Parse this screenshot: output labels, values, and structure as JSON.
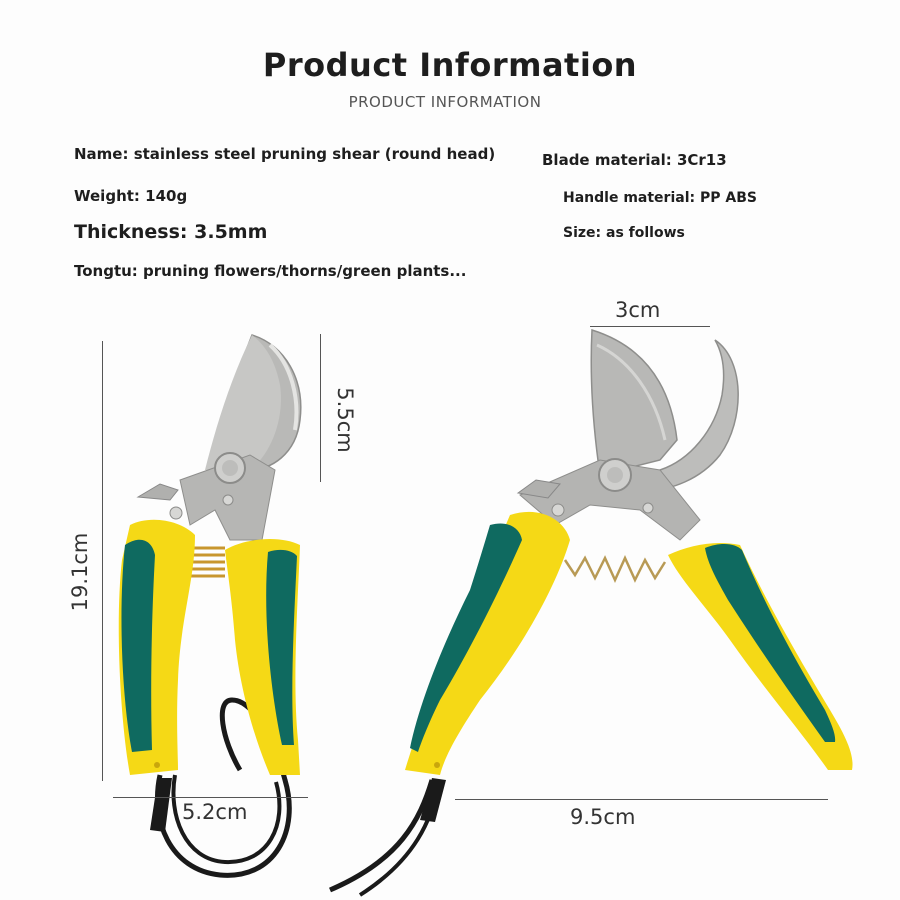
{
  "header": {
    "title": "Product Information",
    "subtitle": "PRODUCT INFORMATION"
  },
  "specs": {
    "name": "Name: stainless steel pruning shear (round head)",
    "weight": "Weight: 140g",
    "thickness": "Thickness: 3.5mm",
    "usage": "Tongtu: pruning flowers/thorns/green plants...",
    "blade_material": "Blade material: 3Cr13",
    "handle_material": "Handle material: PP ABS",
    "size": "Size: as follows"
  },
  "dimensions": {
    "total_length": "19.1cm",
    "blade_length": "5.5cm",
    "closed_width": "5.2cm",
    "blade_opening": "3cm",
    "open_width": "9.5cm"
  },
  "colors": {
    "handle_yellow": "#f5d916",
    "handle_teal": "#0f6a60",
    "blade_steel": "#b8b8b6",
    "spring": "#c8962e",
    "lanyard": "#1a1a1a"
  }
}
